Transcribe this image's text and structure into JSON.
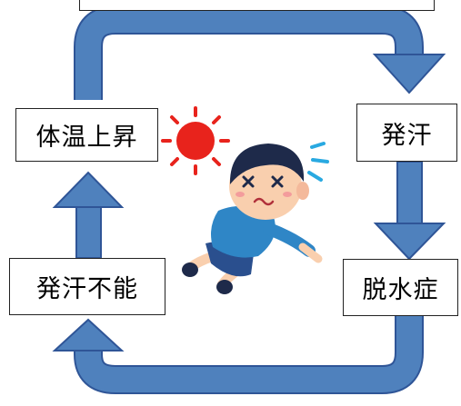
{
  "labels": {
    "temperature_rise": "体温上昇",
    "sweating": "発汗",
    "dehydration": "脱水症",
    "sweating_failure": "発汗不能"
  },
  "colors": {
    "arrow_fill": "#4f81bd",
    "arrow_stroke": "#2f5597",
    "sun": "#e8231c",
    "sweat": "#29a9e1",
    "shirt": "#2f86c6",
    "hair": "#1e2a4a",
    "skin": "#f9cfae"
  },
  "icons": {
    "character": "overheated-boy-illustration",
    "sun": "sun-icon",
    "sweat": "sweat-drops-icon"
  }
}
